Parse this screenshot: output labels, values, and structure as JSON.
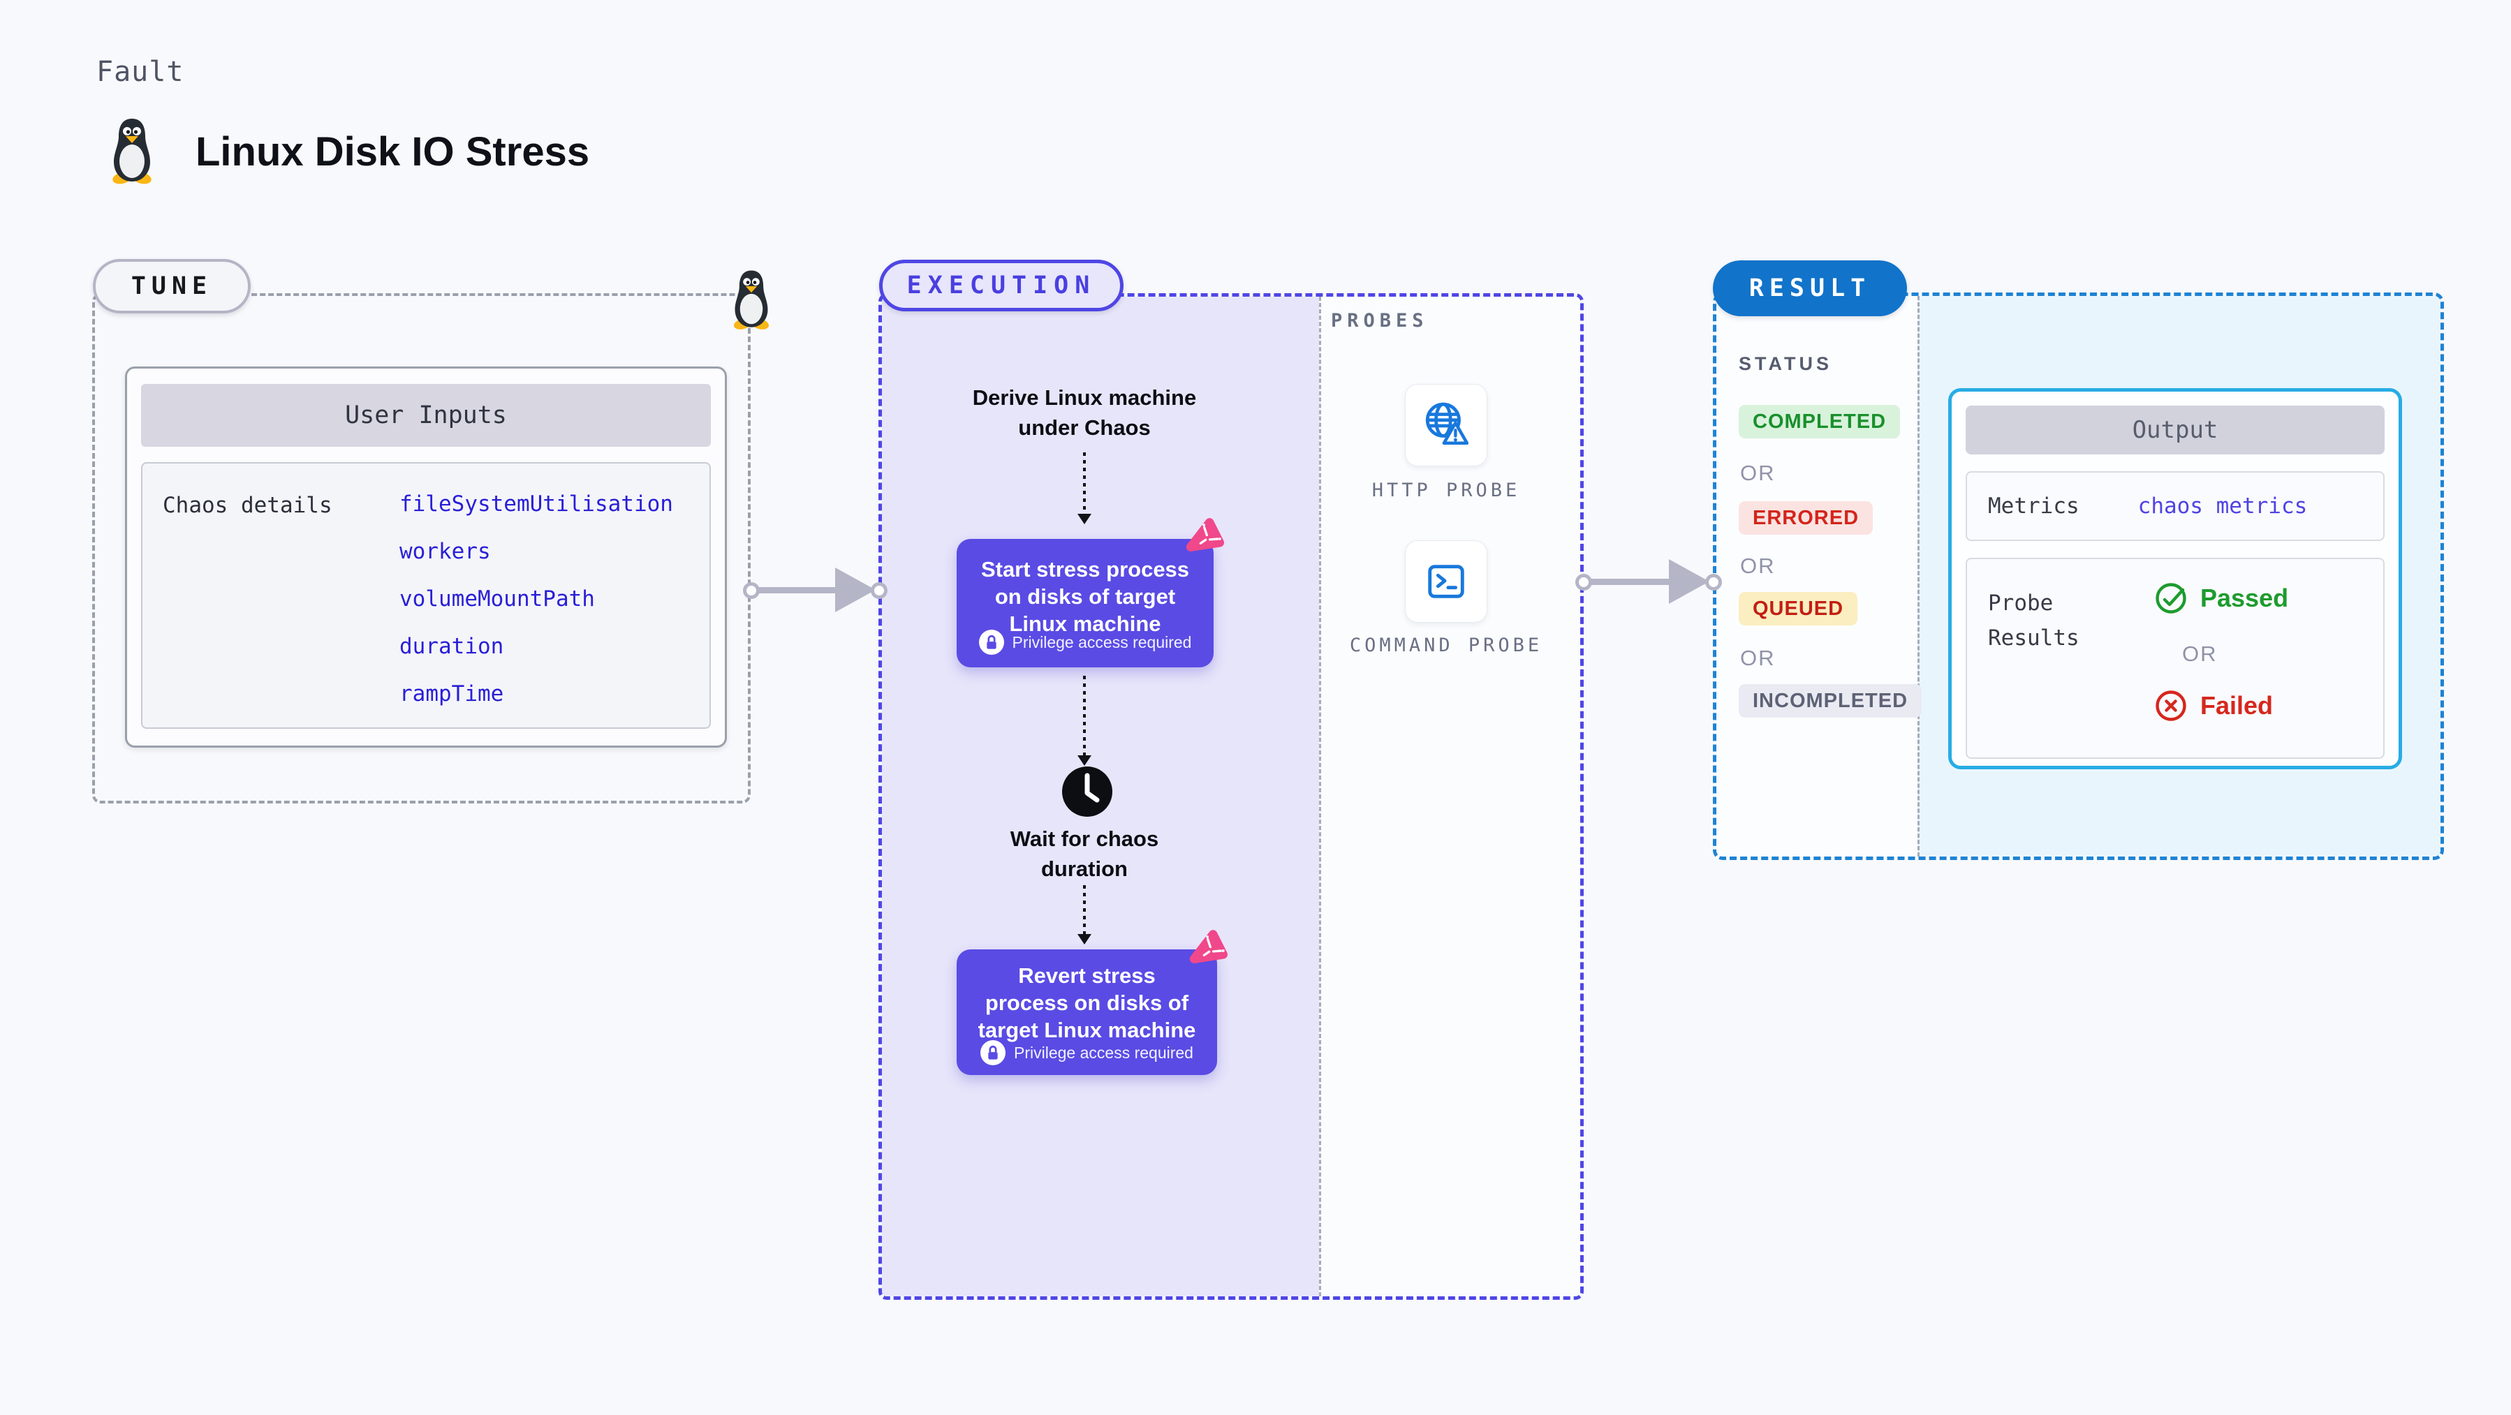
{
  "page": {
    "kind_label": "Fault",
    "title": "Linux Disk IO Stress"
  },
  "tune": {
    "badge": "TUNE",
    "card": {
      "header": "User Inputs",
      "row_label": "Chaos details",
      "values": [
        "fileSystemUtilisation",
        "workers",
        "volumeMountPath",
        "duration",
        "rampTime"
      ]
    }
  },
  "execution": {
    "badge": "EXECUTION",
    "steps": {
      "derive": "Derive Linux machine under Chaos",
      "start": "Start stress process on disks of target Linux machine",
      "wait": "Wait for chaos duration",
      "revert": "Revert stress process on disks of target Linux machine",
      "privilege_note": "Privilege access required"
    },
    "probes": {
      "label": "PROBES",
      "items": [
        {
          "label": "HTTP PROBE"
        },
        {
          "label": "COMMAND PROBE"
        }
      ]
    }
  },
  "result": {
    "badge": "RESULT",
    "status": {
      "heading": "STATUS",
      "or_label": "OR",
      "items": [
        "COMPLETED",
        "ERRORED",
        "QUEUED",
        "INCOMPLETED"
      ]
    },
    "output": {
      "header": "Output",
      "metrics_label": "Metrics",
      "metrics_value": "chaos metrics",
      "probe_results_label": "Probe Results",
      "passed_label": "Passed",
      "or_label": "OR",
      "failed_label": "Failed"
    }
  },
  "colors": {
    "page_bg": "#f8f9fc",
    "node_purple": "#5a4be4",
    "execution_accent": "#4f46e5",
    "execution_bg": "#e7e5fa",
    "result_accent": "#1e83d4",
    "result_pill": "#1173ca",
    "result_bg": "#e9f5fd",
    "output_border": "#27ace4",
    "probe_icon_blue": "#1878dc",
    "litmus_pink": "#f0488a",
    "passed_green": "#1d9b2e",
    "failed_red": "#d6271d",
    "arrow_gray": "#b4b5c7",
    "value_blue": "#2a1fd6"
  }
}
